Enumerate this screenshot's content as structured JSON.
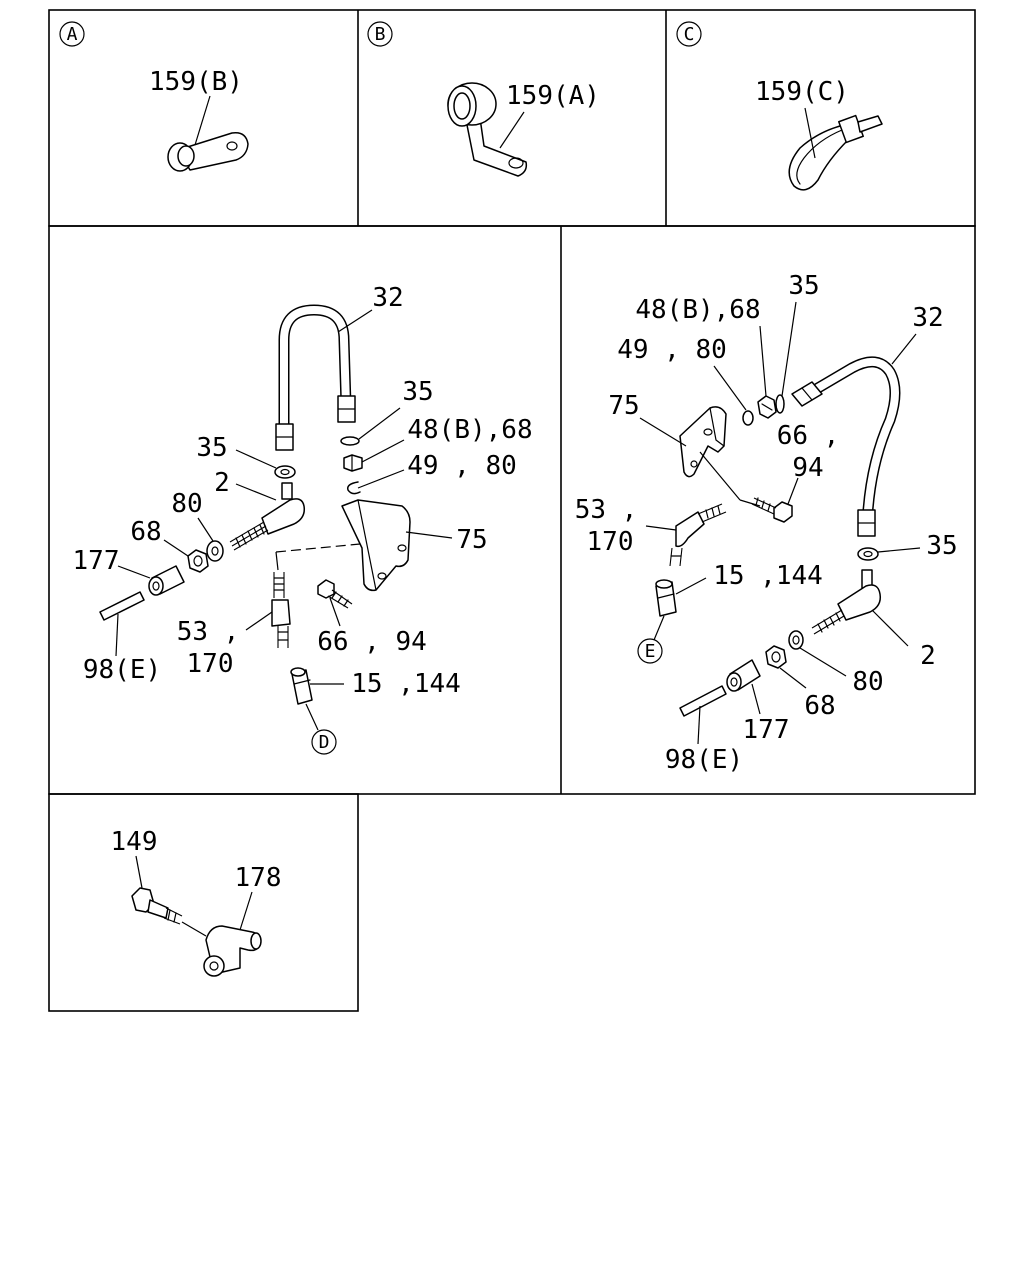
{
  "panels": {
    "a": {
      "letter": "A",
      "labels": {
        "clip": "159(B)"
      }
    },
    "b": {
      "letter": "B",
      "labels": {
        "clamp": "159(A)"
      }
    },
    "c": {
      "letter": "C",
      "labels": {
        "tie": "159(C)"
      }
    },
    "left": {
      "labels": {
        "hose": "32",
        "washer_upper": "35",
        "nut": "48(B),68",
        "clip": "49 , 80",
        "washer_left": "35",
        "elbow": "2",
        "lockwasher": "80",
        "hex_nut": "68",
        "sleeve": "177",
        "pipe": "98(E)",
        "bracket": "75",
        "connector": "53 ,\n170",
        "bolt": "66 , 94",
        "union": "15 ,144"
      },
      "ref": "D"
    },
    "right": {
      "labels": {
        "nut": "48(B),68",
        "washer_upper": "35",
        "hose": "32",
        "clip": "49 , 80",
        "bracket": "75",
        "bolt": "66 ,\n94",
        "connector": "53 ,\n170",
        "union": "15 ,144",
        "washer_lower": "35",
        "elbow": "2",
        "lockwasher": "80",
        "hex_nut": "68",
        "sleeve": "177",
        "pipe": "98(E)"
      },
      "ref": "E"
    },
    "bottom": {
      "labels": {
        "bolt": "149",
        "eye": "178"
      }
    }
  }
}
